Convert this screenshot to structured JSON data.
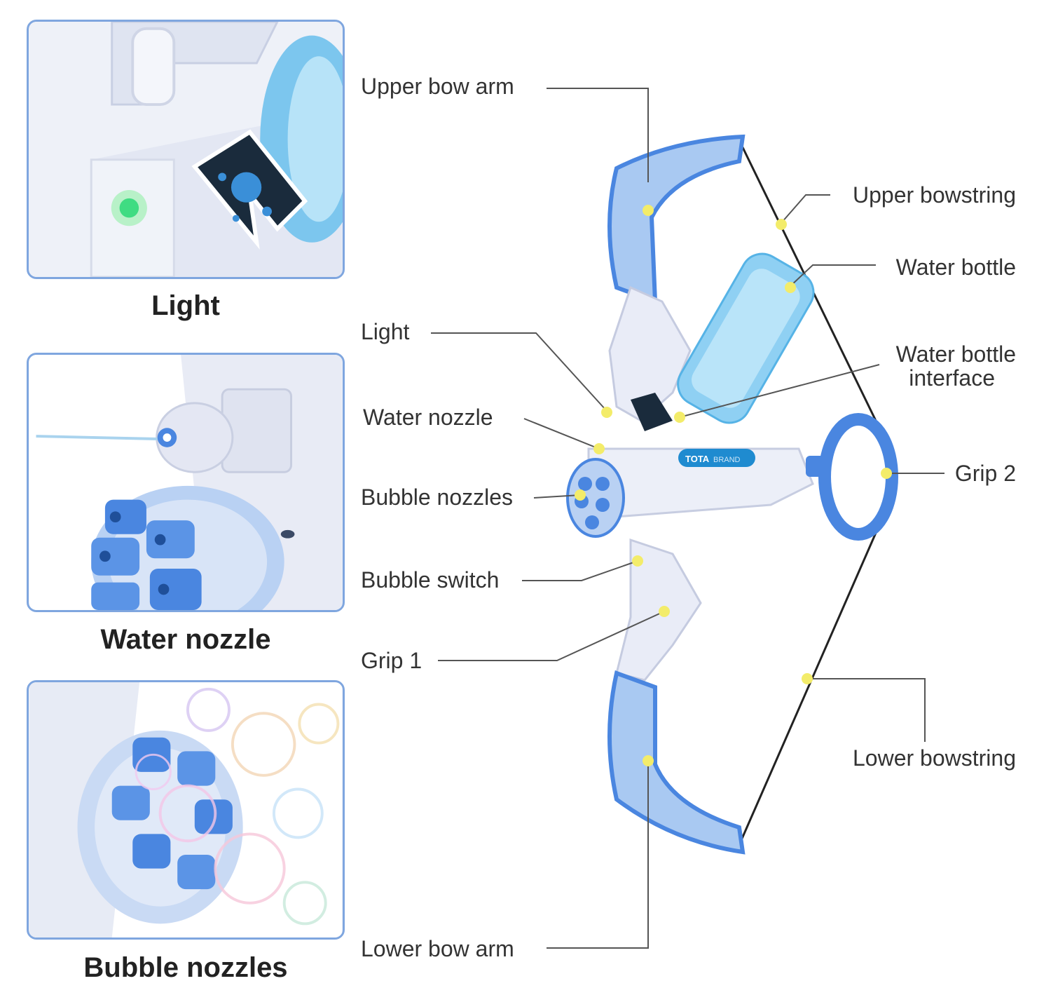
{
  "panels": [
    {
      "caption": "Light"
    },
    {
      "caption": "Water nozzle"
    },
    {
      "caption": "Bubble nozzles"
    }
  ],
  "brand": {
    "name": "TOTA",
    "sub": "BRAND"
  },
  "callouts": {
    "upper_bow_arm": "Upper bow arm",
    "upper_bowstring": "Upper bowstring",
    "water_bottle": "Water bottle",
    "light": "Light",
    "water_bottle_interface_1": "Water bottle",
    "water_bottle_interface_2": "interface",
    "water_nozzle": "Water nozzle",
    "bubble_nozzles": "Bubble nozzles",
    "grip_2": "Grip 2",
    "bubble_switch": "Bubble switch",
    "grip_1": "Grip 1",
    "lower_bowstring": "Lower bowstring",
    "lower_bow_arm": "Lower bow arm"
  },
  "colors": {
    "accent": "#4a86e0",
    "light_blue": "#a9c9f2",
    "body": "#e9ecf7",
    "dot": "#f3ec6a"
  }
}
